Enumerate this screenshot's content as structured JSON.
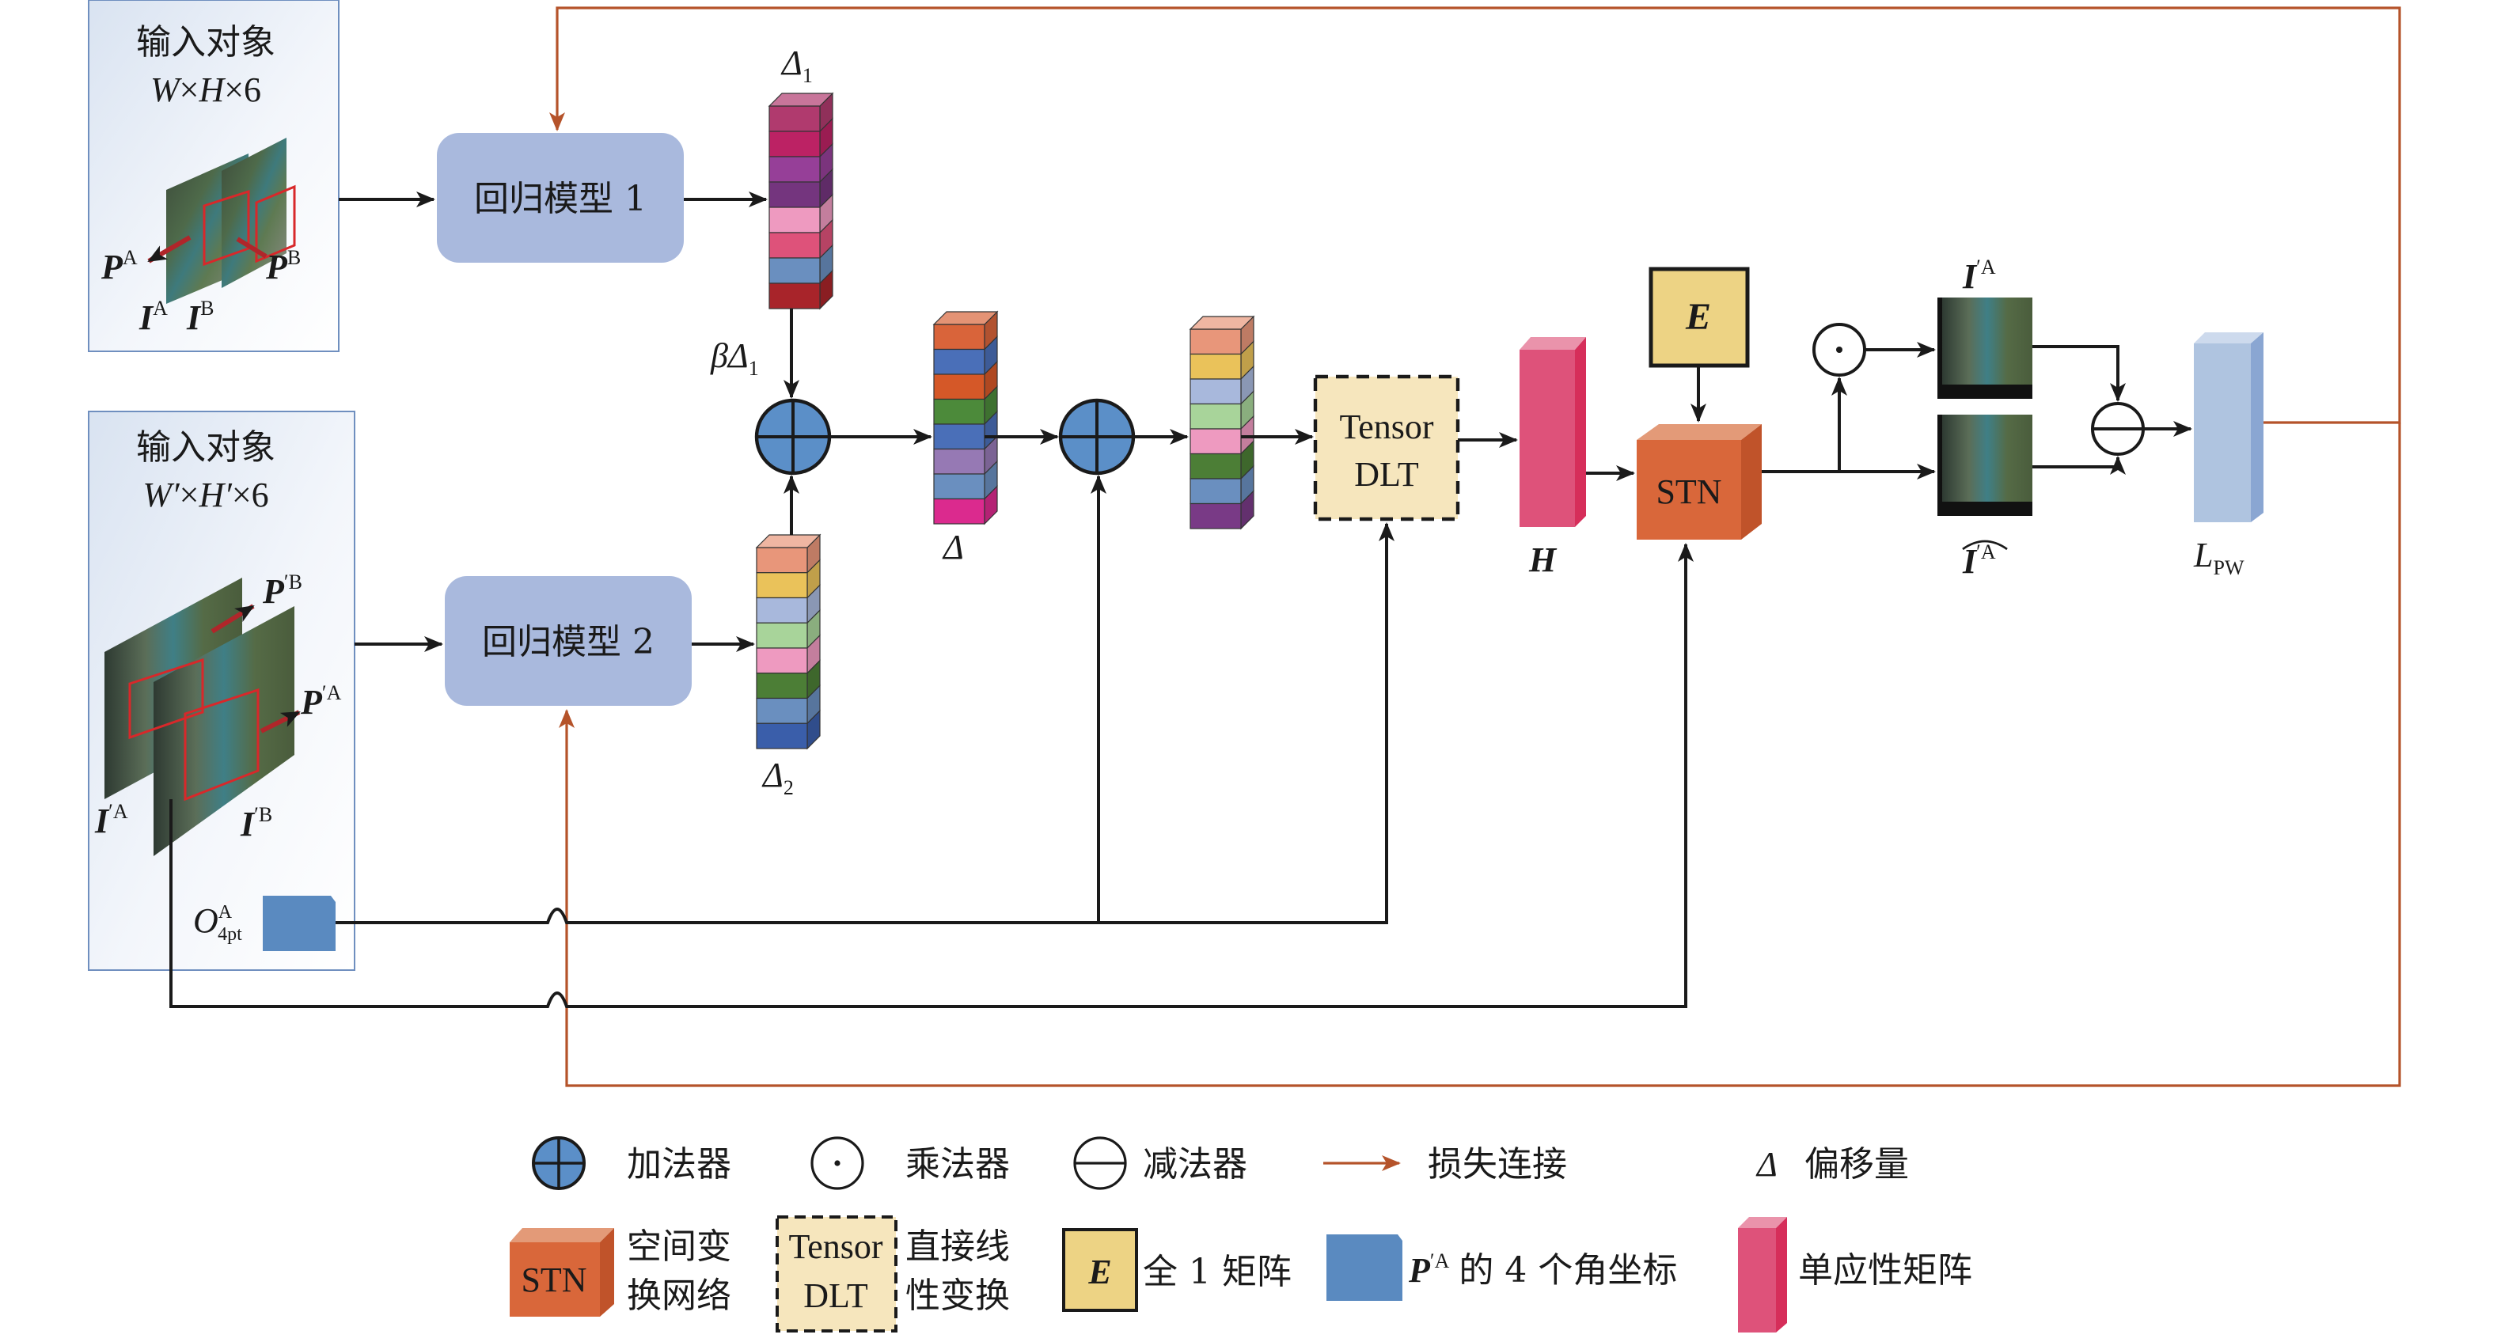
{
  "inputs": {
    "input1": {
      "title": "输入对象",
      "dims": {
        "w": "W",
        "x1": "×",
        "h": "H",
        "x2": "×",
        "c": "6"
      },
      "labels": {
        "pa": "P",
        "pa_sup": "A",
        "pb": "P",
        "pb_sup": "B",
        "ia": "I",
        "ia_sup": "A",
        "ib": "I",
        "ib_sup": "B"
      }
    },
    "input2": {
      "title": "输入对象",
      "dims": {
        "w": "W′",
        "x1": "×",
        "h": "H′",
        "x2": "×",
        "c": "6"
      },
      "labels": {
        "pb": "P",
        "pb_sup": "′B",
        "pa": "P",
        "pa_sup": "′A",
        "ia": "I",
        "ia_sup": "′A",
        "ib": "I",
        "ib_sup": "′B"
      },
      "offset": {
        "base": "O",
        "sup": "A",
        "sub": "4pt"
      }
    }
  },
  "models": {
    "reg1": "回归模型 1",
    "reg2": "回归模型 2"
  },
  "stacks": {
    "delta1": {
      "label": "Δ",
      "sub": "1",
      "colors": [
        "#B03A6E",
        "#BC2264",
        "#963F98",
        "#74357E",
        "#EE9AC0",
        "#DE527A",
        "#6A8FBF",
        "#A8242A"
      ]
    },
    "delta2": {
      "label": "Δ",
      "sub": "2",
      "colors": [
        "#E8967A",
        "#EAC25A",
        "#A8B8DC",
        "#A8D49A",
        "#EE9AC0",
        "#4C7E36",
        "#6A8FBF",
        "#3A5EAA"
      ]
    },
    "delta": {
      "label": "Δ",
      "colors": [
        "#D9643A",
        "#4A6FB8",
        "#D55828",
        "#4C8A3A",
        "#4A6FB8",
        "#9679B4",
        "#6A8FBF",
        "#DB2A8E"
      ]
    },
    "sum": {
      "colors": [
        "#E8967A",
        "#EAC25A",
        "#A8B8DC",
        "#A8D49A",
        "#EE9AC0",
        "#4C7E36",
        "#6A8FBF",
        "#793A86"
      ]
    }
  },
  "beta_label": {
    "beta": "β",
    "delta": "Δ",
    "sub": "1"
  },
  "blocks": {
    "tensor_dlt": {
      "line1": "Tensor",
      "line2": "DLT"
    },
    "homography": {
      "label": "H"
    },
    "ones": {
      "label": "E"
    },
    "stn": {
      "label": "STN"
    },
    "loss": {
      "base": "L",
      "sub": "PW"
    }
  },
  "outputs": {
    "warped": {
      "base": "I",
      "sup": "′A"
    },
    "estimated": {
      "base": "I",
      "sup": "′A",
      "hat": "⌢"
    }
  },
  "legend": {
    "adder": "加法器",
    "multiplier": "乘法器",
    "subtractor": "减法器",
    "loss_link": "损失连接",
    "offset_symbol": "Δ",
    "offset": "偏移量",
    "stn_box": "STN",
    "stn_line1": "空间变",
    "stn_line2": "换网络",
    "dlt_box1": "Tensor",
    "dlt_box2": "DLT",
    "dlt_line1": "直接线",
    "dlt_line2": "性变换",
    "ones_box": "E",
    "ones_text": "全 1 矩阵",
    "corners_p": "P",
    "corners_sup": "′A",
    "corners_text": "的 4 个角坐标",
    "homography_text": "单应性矩阵"
  },
  "colors": {
    "regression": "#A9B9DD",
    "adder": "#5B8FC8",
    "stn": "#D9673A",
    "tensor_dlt": "#F6E6BD",
    "ones": "#EDD384",
    "homography": "#DE527A",
    "loss_block": "#AFC4E0",
    "offset_block": "#5A8AC0",
    "loss_link": "#B5532A"
  }
}
